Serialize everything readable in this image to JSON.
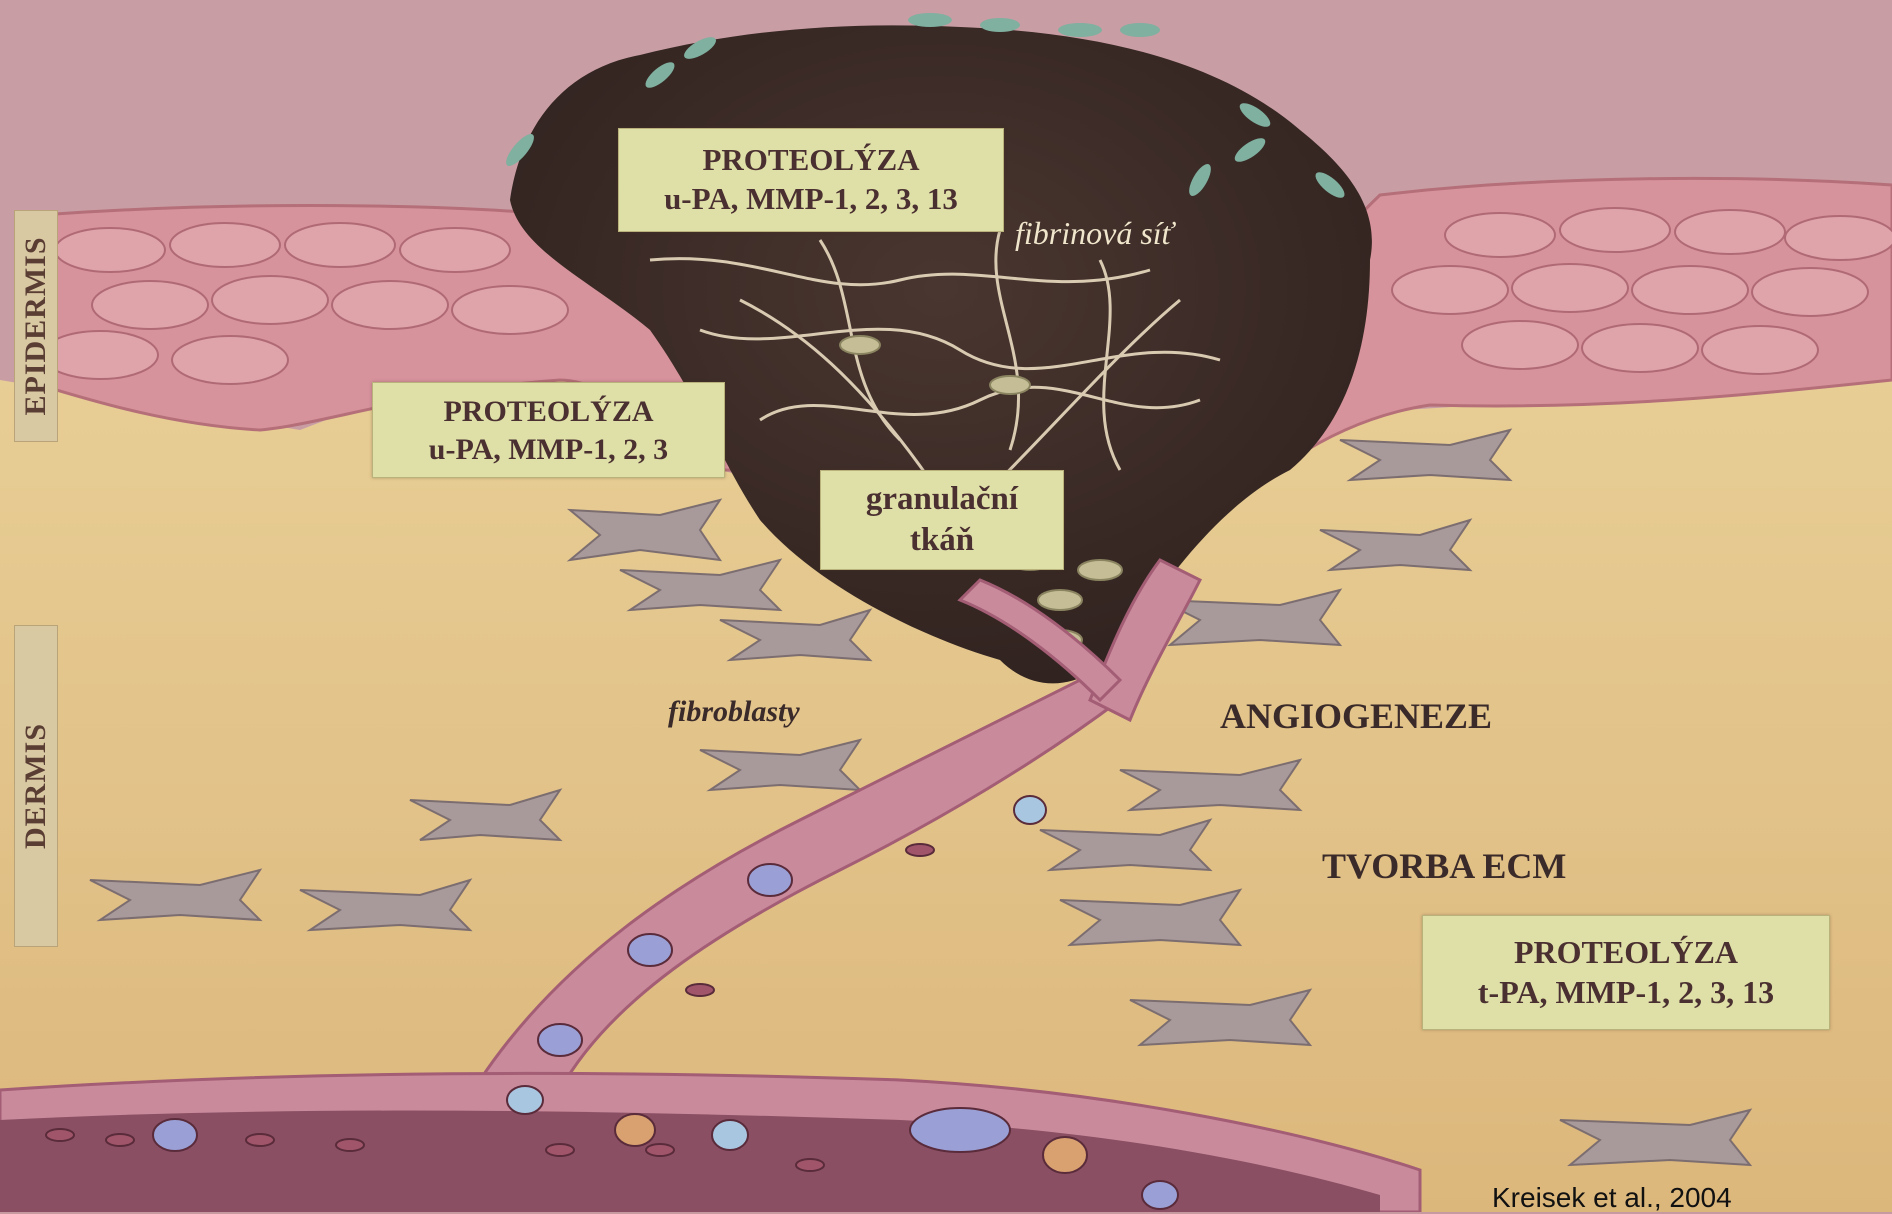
{
  "side_labels": {
    "epidermis": "EPIDERMIS",
    "dermis": "DERMIS"
  },
  "boxes": {
    "top": {
      "line1": "PROTEOLÝZA",
      "line2": "u-PA, MMP-1, 2, 3, 13"
    },
    "middle": {
      "line1": "PROTEOLÝZA",
      "line2": "u-PA, MMP-1, 2, 3"
    },
    "granulation": {
      "line1": "granulační",
      "line2": "tkáň"
    },
    "bottom": {
      "line1": "PROTEOLÝZA",
      "line2": "t-PA, MMP-1, 2, 3, 13"
    }
  },
  "labels": {
    "fibrin": "fibrinová síť",
    "fibroblasts": "fibroblasty",
    "angiogenesis": "ANGIOGENEZE",
    "ecm": "TVORBA ECM"
  },
  "citation": "Kreisek et al., 2004",
  "colors": {
    "background_top": "#c79aa2",
    "dermis": "#e6c98c",
    "clot": "#3b2a26",
    "cells": "#d99aa0",
    "vessel": "#b87a8e",
    "fibroblast": "#a9999a",
    "label_box": "#dfe0a8"
  }
}
